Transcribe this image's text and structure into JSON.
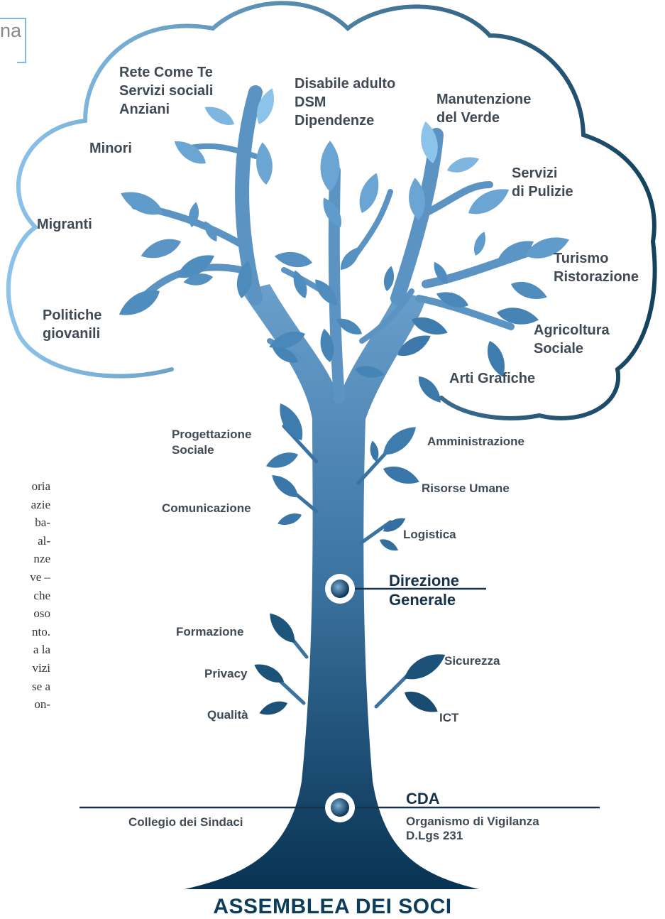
{
  "corner_text": "na",
  "left_fragments": [
    "oria",
    "azie",
    "ba-",
    "al-",
    "nze",
    "ve –",
    "che",
    "oso",
    "nto.",
    "a la",
    "vizi",
    "se a",
    "on-"
  ],
  "canopy": {
    "rete": [
      "Rete Come Te",
      "Servizi sociali",
      "Anziani"
    ],
    "disabile": [
      "Disabile adulto",
      "DSM",
      "Dipendenze"
    ],
    "manutenzione": [
      "Manutenzione",
      "del Verde"
    ],
    "minori": "Minori",
    "servizi_pulizie": [
      "Servizi",
      "di Pulizie"
    ],
    "migranti": "Migranti",
    "turismo": [
      "Turismo",
      "Ristorazione"
    ],
    "politiche": [
      "Politiche",
      "giovanili"
    ],
    "agricoltura": [
      "Agricoltura",
      "Sociale"
    ],
    "arti": "Arti Grafiche"
  },
  "trunk": {
    "progettazione": [
      "Progettazione",
      "Sociale"
    ],
    "amministrazione": "Amministrazione",
    "risorse_umane": "Risorse Umane",
    "comunicazione": "Comunicazione",
    "logistica": "Logistica",
    "direzione": [
      "Direzione",
      "Generale"
    ],
    "formazione": "Formazione",
    "sicurezza": "Sicurezza",
    "privacy": "Privacy",
    "qualita": "Qualità",
    "ict": "ICT"
  },
  "base": {
    "cda": "CDA",
    "collegio": "Collegio dei Sindaci",
    "organismo": [
      "Organismo di Vigilanza",
      "D.Lgs 231"
    ],
    "assemblea": "ASSEMBLEA DEI SOCI"
  },
  "colors": {
    "outline_left": "#7fb8e2",
    "outline_right": "#1a4a6e",
    "leaf_light": "#8cc3ea",
    "leaf_dark": "#1c5178",
    "trunk_top": "#4b86b4",
    "trunk_bottom": "#0a3557"
  }
}
